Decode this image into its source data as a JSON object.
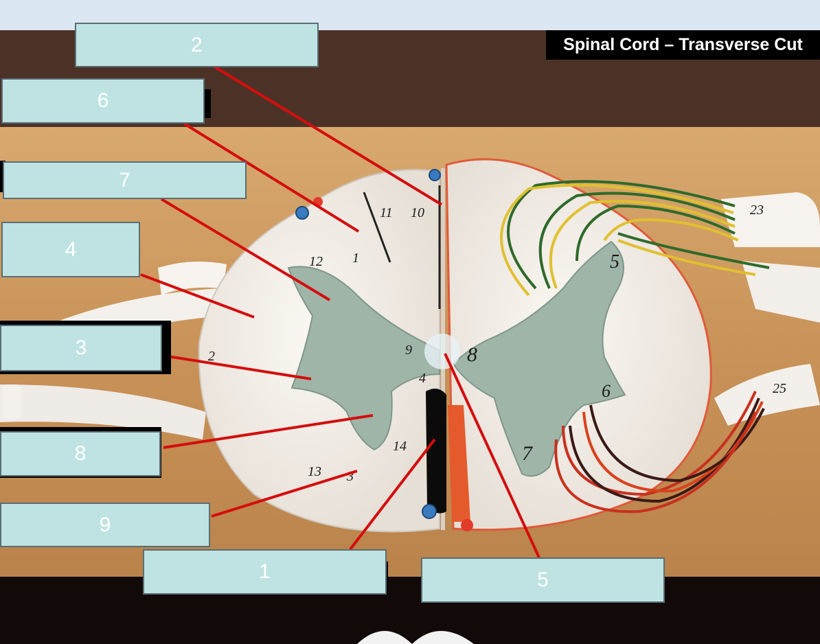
{
  "title": "Spinal Cord – Transverse Cut",
  "colors": {
    "label_fill": "#bfe3e3",
    "label_border": "#5a6e74",
    "arrow": "#d40d0d",
    "grey_matter": "#9fb5a8",
    "white_matter": "#f3efe9",
    "board": "#c9955e"
  },
  "labels": [
    {
      "text": "2"
    },
    {
      "text": "6"
    },
    {
      "text": "7"
    },
    {
      "text": "4"
    },
    {
      "text": "3"
    },
    {
      "text": "8"
    },
    {
      "text": "9"
    },
    {
      "text": "1"
    },
    {
      "text": "5"
    }
  ],
  "model_numbers": [
    "11",
    "10",
    "12",
    "1",
    "2",
    "9",
    "8",
    "4",
    "14",
    "13",
    "3",
    "5",
    "6",
    "7",
    "23",
    "25"
  ]
}
